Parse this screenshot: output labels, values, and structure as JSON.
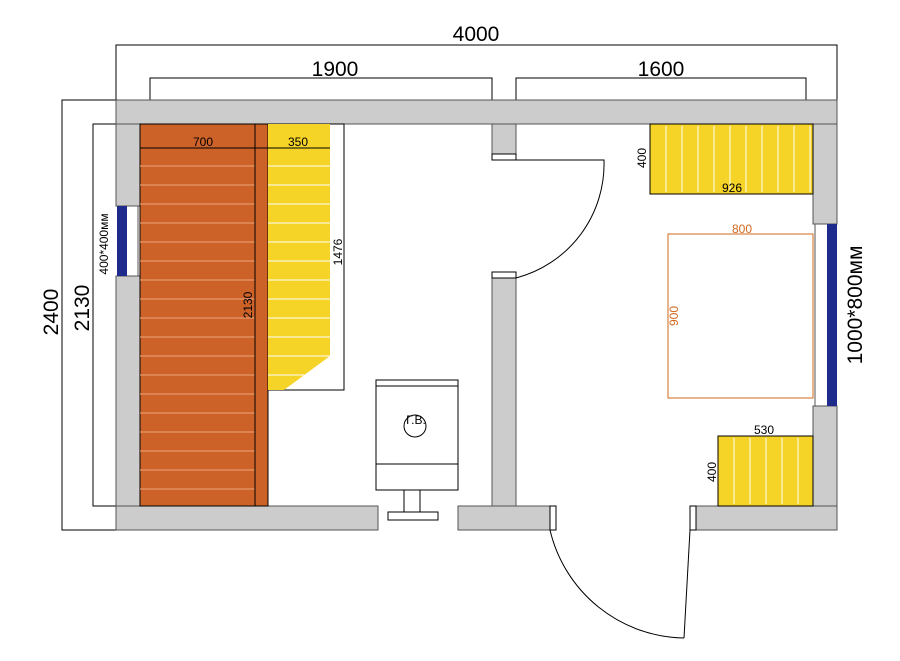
{
  "dimensions": {
    "total_width": "4000",
    "left_room_width": "1900",
    "right_room_width": "1600",
    "total_height": "2400",
    "inner_height": "2130"
  },
  "left_room": {
    "window_label": "400*400мм",
    "bench_lower_width": "700",
    "bench_upper_width": "350",
    "bench_length": "2130",
    "bench_upper_length": "1476",
    "stove_label": "Г.В."
  },
  "right_room": {
    "window_label": "1000*800мм",
    "shelf_top_depth": "400",
    "shelf_top_length": "926",
    "table_width": "800",
    "table_depth": "900",
    "shelf_bottom_length": "530",
    "shelf_bottom_depth": "400"
  },
  "colors": {
    "wall": "#cccccc",
    "wood_dark": "#cd6228",
    "wood_light": "#f5d327",
    "window": "#1e2a8c",
    "table_outline": "#d2691e"
  }
}
